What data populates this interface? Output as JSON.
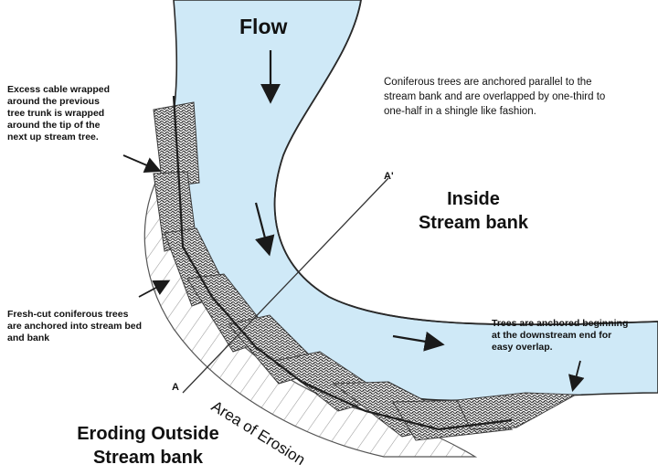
{
  "labels": {
    "flow": "Flow",
    "excess_cable": "Excess cable wrapped\naround the previous\ntree trunk is wrapped\naround the tip of the\nnext up stream tree.",
    "coniferous_note": "Coniferous trees are anchored parallel to the\nstream bank and are overlapped by one-third to\none-half in a shingle like fashion.",
    "inside_bank": "Inside\nStream bank",
    "fresh_cut": "Fresh-cut coniferous trees\nare anchored into stream bed\nand bank",
    "downstream_note": "Trees are anchored beginning\nat the downstream end for\neasy overlap.",
    "area_of_erosion": "Area of Erosion",
    "eroding_bank": "Eroding Outside\nStream bank",
    "section_a": "A",
    "section_a_prime": "A'"
  },
  "colors": {
    "water": "#cfe9f7",
    "outline": "#2a2a2a",
    "hatch": "#9a9a9a",
    "tree": "#3d3d3d"
  }
}
